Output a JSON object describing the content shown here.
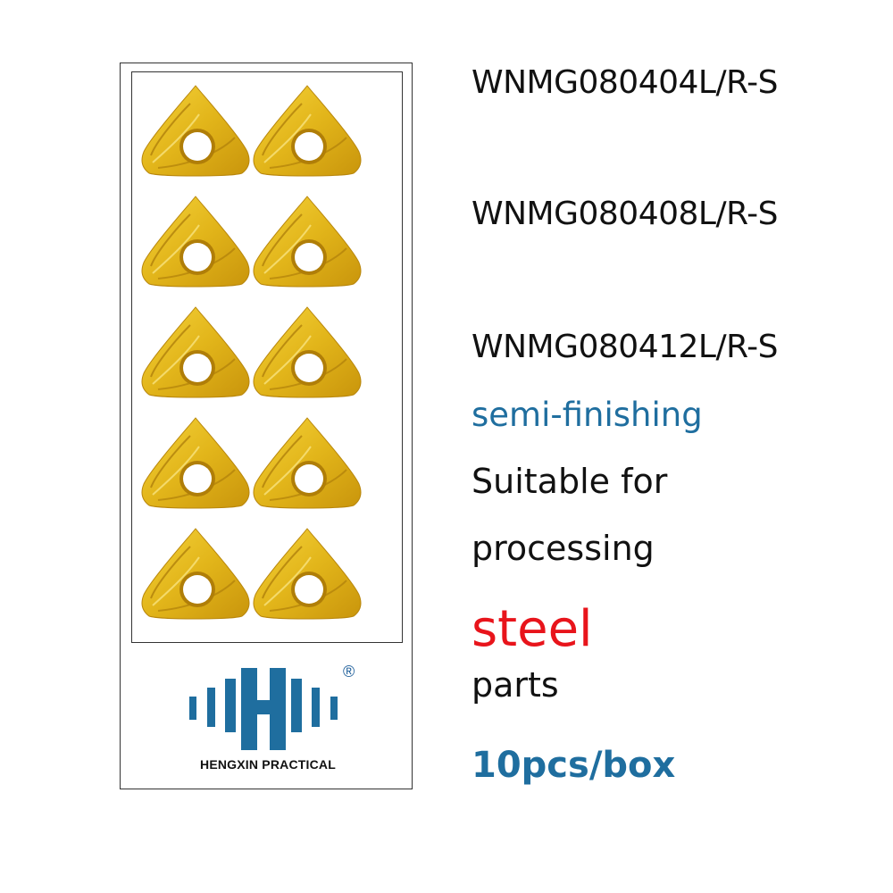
{
  "models": [
    "WNMG080404L/R-S",
    "WNMG080408L/R-S",
    "WNMG080412L/R-S"
  ],
  "application": "semi-finishing",
  "suitable_line1": "Suitable for",
  "suitable_line2": "processing",
  "material": "steel",
  "parts": "parts",
  "quantity": "10pcs/box",
  "brand": {
    "name": "HENGXIN PRACTICAL",
    "registered_mark": "®",
    "logo_letter": "H"
  },
  "colors": {
    "insert_gold": "#e2b51a",
    "brand_blue": "#1f6e9f",
    "steel_red": "#e8141b"
  },
  "insert_count": 10
}
